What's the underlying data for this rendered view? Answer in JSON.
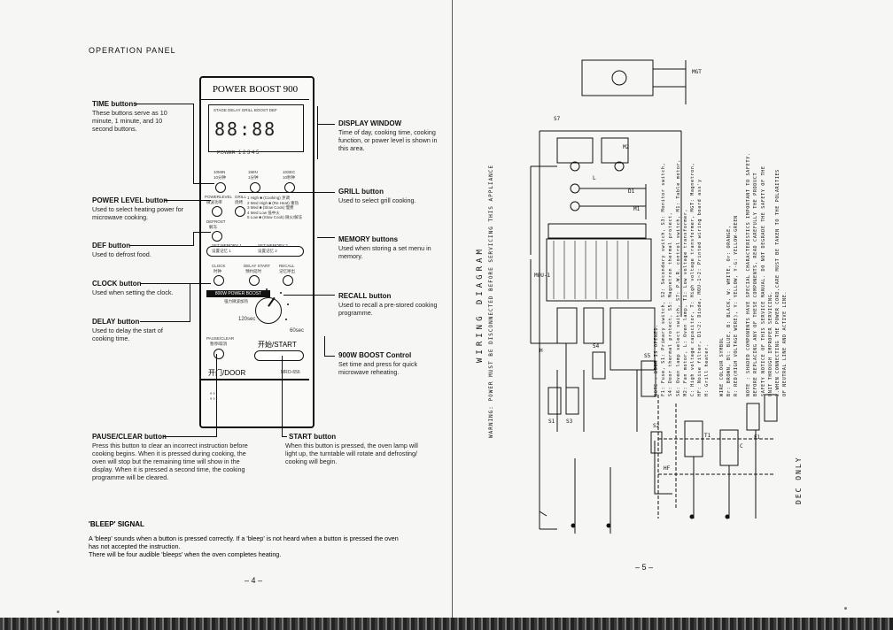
{
  "left_page": {
    "section_title": "OPERATION PANEL",
    "oven": {
      "brand": "POWER BOOST 900",
      "display_digits": "88:88",
      "display_small_text": "STAGE DELAY GRILL BOOST DEF",
      "power_scale_label": "POWER",
      "power_scale_values": "1  2  3  4  5",
      "time_button_labels": [
        "10MIN",
        "1MIN",
        "10SEC"
      ],
      "time_button_cn": [
        "10分钟",
        "1分钟",
        "10秒钟"
      ],
      "powerlevel_label": "POWERLEVEL",
      "powerlevel_cn": "微波功率",
      "defrost_label": "DEFROST",
      "defrost_cn": "解冻",
      "grill_label": "GRILL",
      "grill_cn": "烧烤",
      "menu_lines": [
        "1 High ■ (Cooking) 烹调",
        "2 Med High ■ (Re Heat) 重热",
        "3 Med ■ (Slow Cook) 慢煮",
        "4 Med Low 低中火",
        "5 Low ■ (Slow Cook) 微火/解冻"
      ],
      "memory_labels": [
        "SET MEMORY 1",
        "SET MEMORY 2"
      ],
      "memory_cn": [
        "设置记忆 1",
        "设置记忆 2"
      ],
      "clock_label": "CLOCK",
      "clock_cn": "时钟",
      "delay_label": "DELAY START",
      "delay_cn": "预约延时",
      "recall_label": "RECALL",
      "recall_cn": "记忆呼出",
      "boost_strip": "800W POWER BOOST",
      "boost_strip_cn": "强力微波加热",
      "dial_120": "120sec",
      "dial_60": "60sec",
      "pause_label": "PAUSE/CLEAR",
      "pause_cn": "暂停/取消",
      "start_label": "开始/START",
      "door_label": "开门/DOOR",
      "model": "MRO-656"
    },
    "labels": {
      "time": {
        "title": "TIME buttons",
        "desc": "These buttons serve as 10 minute, 1 minute, and 10 second buttons."
      },
      "power_level": {
        "title": "POWER LEVEL button",
        "desc": "Used to select heating power for microwave cooking."
      },
      "def": {
        "title": "DEF button",
        "desc": "Used to defrost food."
      },
      "clock": {
        "title": "CLOCK button",
        "desc": "Used when setting the clock."
      },
      "delay": {
        "title": "DELAY button",
        "desc": "Used to delay the start of cooking time."
      },
      "display": {
        "title": "DISPLAY WINDOW",
        "desc": "Time of day, cooking time, cooking function, or power level is shown in this area."
      },
      "grill": {
        "title": "GRILL button",
        "desc": "Used to select grill cooking."
      },
      "memory": {
        "title": "MEMORY buttons",
        "desc": "Used when storing a set menu in memory."
      },
      "recall": {
        "title": "RECALL button",
        "desc": "Used to recall a pre-stored cooking programme."
      },
      "boost": {
        "title": "900W BOOST Control",
        "desc": "Set time and press for quick microwave reheating."
      },
      "pause": {
        "title": "PAUSE/CLEAR button",
        "desc": "Press this button to clear an incorrect instruction before cooking begins. When it is pressed during cooking, the oven will stop but the remaining time will show in the display. When it is pressed a second time, the cooking programme will be cleared."
      },
      "start": {
        "title": "START button",
        "desc": "When this button is pressed, the oven lamp will light up, the turntable will rotate and defrosting/ cooking will begin."
      }
    },
    "bleep": {
      "title": "'BLEEP' SIGNAL",
      "line1": "A 'bleep' sounds when a button is pressed correctly. If a 'bleep' is not heard when a button is pressed the oven has not accepted the instruction.",
      "line2": "There will be four audible 'bleeps' when the oven completes heating."
    },
    "page_number": "– 4 –"
  },
  "right_page": {
    "wiring_title": "WIRING DIAGRAM",
    "warning": "WARNING: POWER MUST BE DISCONNECTED BEFORE SERVICING THIS APPLIANCE",
    "notes": [
      "NOTE : DOOR IS OPENED.",
      "F1: Fuse, S1: Primary switch, S2: Secondary switch, S3: Monitor switch,",
      "S4: Door thermal protect, S5: Magnetron thermal protect,",
      "S6: Oven lamp select switch, S7: P.W.R. control switch, M1: Table motor,",
      "M2: Fan motor, L: Oven lamp, T1: Low voltage transformer,",
      "C: High voltage capacitor, T: High voltage transformer, MGT: Magnetron,",
      "HF: Noise filter, D1~2: Diode, MOU-1~2: Printed wiring board ass'y",
      "H: Grill heater.",
      "WIRE COLOUR SYMBOL",
      "Br: BROWN, Bl: BLUE, B: BLACK, W: WHITE, Or: ORANGE,",
      "R: RED(HIGH VOLTAGE WIRE), Y: YELLOW, Y-G: YELLOW-GREEN",
      "NOTE : SHADED COMPONENTS HAVE SPECIAL CHARACTERISTICS IMPORTANT TO SAFETY.",
      "BEFORE REPLACING ANY OF THESE COMPONENTS, READ CAREFULLY THE PRODUCT",
      "SAFETY NOTICE OF THIS SERVICE MANUAL. DO NOT DEGRADE THE SAFETY OF THE",
      "UNIT THROUGH IMPROPER SERVICING.",
      "2.WHEN CONNECTING THE POWER CORD,CARE MUST BE TAKEN TO THE POLARITIES",
      "OF NEUTRAL LINE AND ACTIVE LINE."
    ],
    "dec_only": "DEC ONLY",
    "component_labels": [
      "MGT",
      "S7",
      "D1",
      "M1",
      "L",
      "M2",
      "MOU-1",
      "H",
      "S1",
      "S2",
      "S3",
      "S4",
      "S5",
      "F1",
      "HF",
      "T1",
      "C"
    ],
    "page_number": "– 5 –"
  }
}
